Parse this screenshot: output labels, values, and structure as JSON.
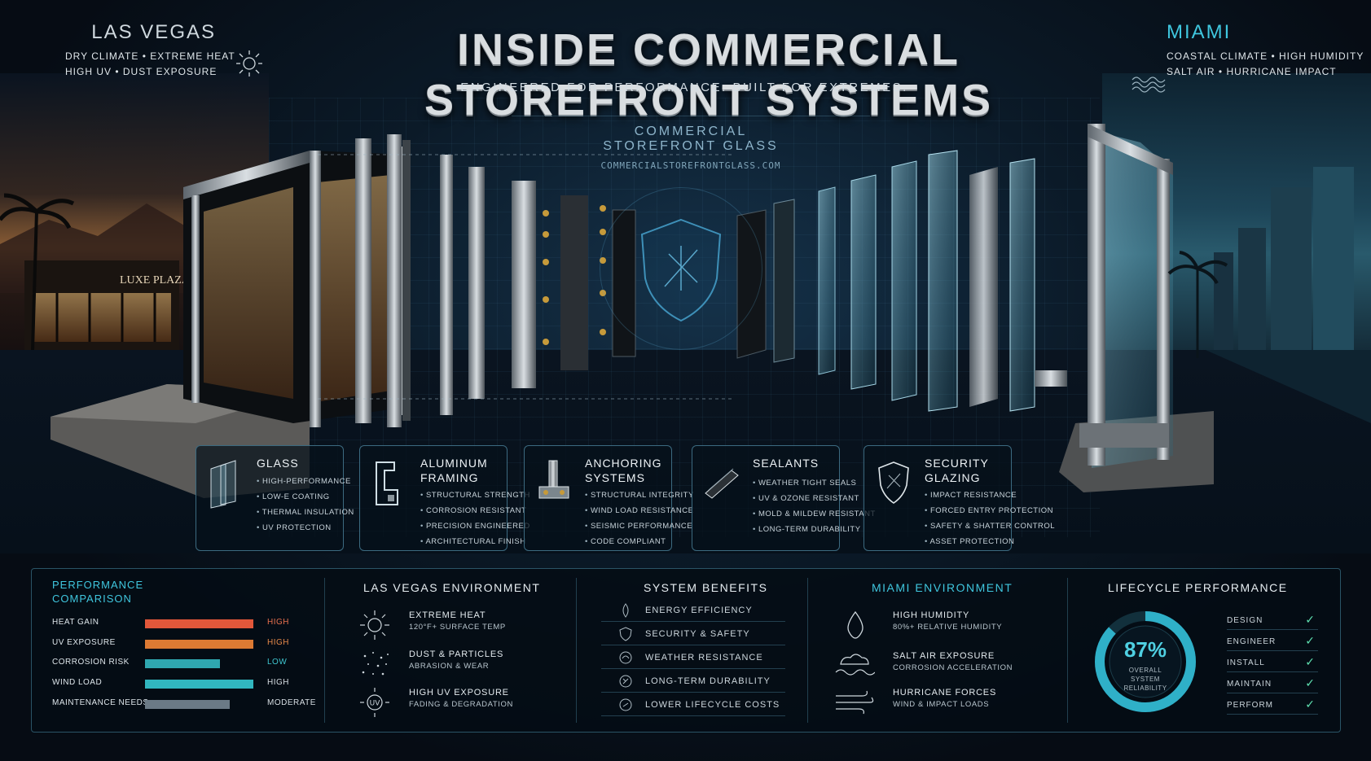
{
  "header": {
    "title": "INSIDE COMMERCIAL STOREFRONT SYSTEMS",
    "subtitle": "ENGINEERED FOR PERFORMANCE. BUILT FOR EXTREMES.",
    "left_city": {
      "name": "LAS VEGAS",
      "line1": "DRY CLIMATE • EXTREME HEAT",
      "line2": "HIGH UV • DUST EXPOSURE",
      "icon": "sun-icon"
    },
    "right_city": {
      "name": "MIAMI",
      "line1": "COASTAL CLIMATE • HIGH HUMIDITY",
      "line2": "SALT AIR • HURRICANE IMPACT",
      "icon": "waves-icon"
    }
  },
  "brand": {
    "line1": "COMMERCIAL",
    "line2": "STOREFRONT GLASS",
    "url": "COMMERCIALSTOREFRONTGLASS.COM"
  },
  "scene": {
    "sign_text": "LUXE PLAZA"
  },
  "components": [
    {
      "title": "GLASS",
      "icon": "glass-panes-icon",
      "items": [
        "HIGH-PERFORMANCE",
        "LOW-E COATING",
        "THERMAL INSULATION",
        "UV PROTECTION"
      ]
    },
    {
      "title": "ALUMINUM FRAMING",
      "icon": "aluminum-profile-icon",
      "items": [
        "STRUCTURAL STRENGTH",
        "CORROSION RESISTANT",
        "PRECISION ENGINEERED",
        "ARCHITECTURAL FINISH"
      ]
    },
    {
      "title": "ANCHORING SYSTEMS",
      "icon": "anchor-bolt-icon",
      "items": [
        "STRUCTURAL INTEGRITY",
        "WIND LOAD RESISTANCE",
        "SEISMIC PERFORMANCE",
        "CODE COMPLIANT"
      ]
    },
    {
      "title": "SEALANTS",
      "icon": "sealant-strip-icon",
      "items": [
        "WEATHER TIGHT SEALS",
        "UV & OZONE RESISTANT",
        "MOLD & MILDEW RESISTANT",
        "LONG-TERM DURABILITY"
      ]
    },
    {
      "title": "SECURITY GLAZING",
      "icon": "shield-icon",
      "items": [
        "IMPACT RESISTANCE",
        "FORCED ENTRY PROTECTION",
        "SAFETY & SHATTER CONTROL",
        "ASSET PROTECTION"
      ]
    }
  ],
  "performance": {
    "title_line1": "PERFORMANCE",
    "title_line2": "COMPARISON",
    "rows": [
      {
        "label": "HEAT GAIN",
        "level": 0.95,
        "value": "HIGH",
        "color": "#e2573a",
        "value_color": "#e8704e"
      },
      {
        "label": "UV EXPOSURE",
        "level": 0.95,
        "value": "HIGH",
        "color": "#dd7a33",
        "value_color": "#e68a4a"
      },
      {
        "label": "CORROSION RISK",
        "level": 0.66,
        "value": "LOW",
        "color": "#2fa7b0",
        "value_color": "#3fc6cf"
      },
      {
        "label": "WIND LOAD",
        "level": 0.95,
        "value": "HIGH",
        "color": "#31b6bf",
        "value_color": "#d8dfe4"
      },
      {
        "label": "MAINTENANCE NEEDS",
        "level": 0.74,
        "value": "MODERATE",
        "color": "#6b7a86",
        "value_color": "#d8dfe4"
      }
    ]
  },
  "las_vegas_env": {
    "title": "LAS VEGAS ENVIRONMENT",
    "items": [
      {
        "name": "EXTREME HEAT",
        "desc": "120°F+ SURFACE TEMP",
        "icon": "sun-icon"
      },
      {
        "name": "DUST & PARTICLES",
        "desc": "ABRASION & WEAR",
        "icon": "dust-particles-icon"
      },
      {
        "name": "HIGH UV EXPOSURE",
        "desc": "FADING & DEGRADATION",
        "icon": "uv-sun-icon",
        "icon_text": "UV"
      }
    ]
  },
  "benefits": {
    "title": "SYSTEM BENEFITS",
    "items": [
      {
        "label": "ENERGY EFFICIENCY",
        "icon": "leaf-drop-icon"
      },
      {
        "label": "SECURITY & SAFETY",
        "icon": "shield-icon"
      },
      {
        "label": "WEATHER RESISTANCE",
        "icon": "weather-icon"
      },
      {
        "label": "LONG-TERM DURABILITY",
        "icon": "durability-icon"
      },
      {
        "label": "LOWER LIFECYCLE COSTS",
        "icon": "cost-icon"
      }
    ]
  },
  "miami_env": {
    "title": "MIAMI ENVIRONMENT",
    "items": [
      {
        "name": "HIGH HUMIDITY",
        "desc": "80%+ RELATIVE HUMIDITY",
        "icon": "water-drop-icon"
      },
      {
        "name": "SALT AIR EXPOSURE",
        "desc": "CORROSION ACCELERATION",
        "icon": "salt-air-icon"
      },
      {
        "name": "HURRICANE FORCES",
        "desc": "WIND & IMPACT LOADS",
        "icon": "wind-icon"
      }
    ]
  },
  "lifecycle": {
    "title": "LIFECYCLE PERFORMANCE",
    "gauge_value": "87%",
    "gauge_fraction": 0.87,
    "gauge_line1": "OVERALL",
    "gauge_line2": "SYSTEM",
    "gauge_line3": "RELIABILITY",
    "steps": [
      {
        "label": "DESIGN",
        "check": "✓"
      },
      {
        "label": "ENGINEER",
        "check": "✓"
      },
      {
        "label": "INSTALL",
        "check": "✓"
      },
      {
        "label": "MAINTAIN",
        "check": "✓"
      },
      {
        "label": "PERFORM",
        "check": "✓"
      }
    ]
  },
  "colors": {
    "accent": "#3fc6de",
    "panel_border": "#2a5466",
    "background": "#05090f",
    "check": "#5fe0b0"
  }
}
